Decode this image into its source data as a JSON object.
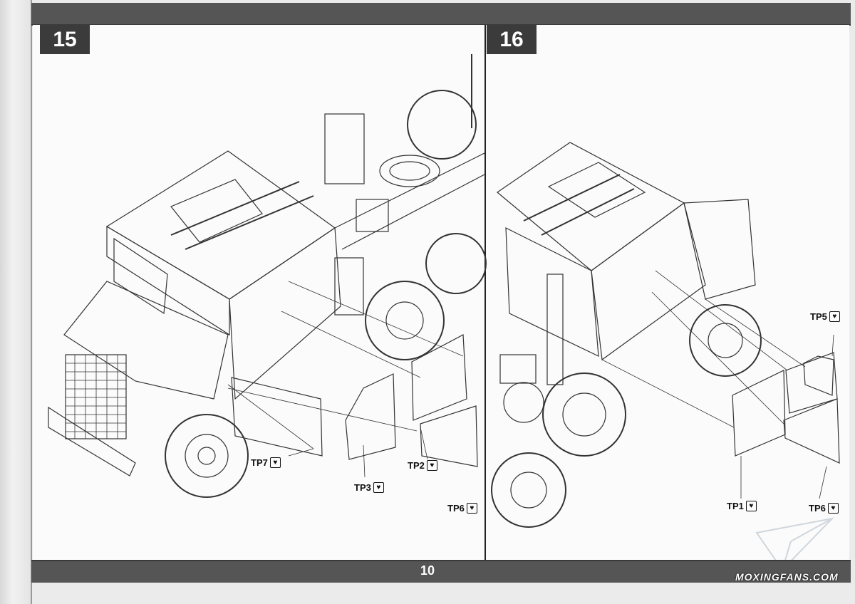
{
  "steps": [
    {
      "number": "15"
    },
    {
      "number": "16"
    }
  ],
  "step15": {
    "labels": {
      "tp7": "TP7",
      "tp3": "TP3",
      "tp2": "TP2",
      "tp6": "TP6"
    }
  },
  "step16": {
    "labels": {
      "tp5": "TP5",
      "tp1": "TP1",
      "tp6": "TP6"
    }
  },
  "page": {
    "number": "10"
  },
  "watermark": {
    "text": "MOXINGFANS.COM"
  },
  "icons": {
    "photo_etch": "photo-etch-part-icon",
    "plane": "paper-plane-logo-icon"
  },
  "colors": {
    "band": "#555555",
    "badge": "#3b3b3b",
    "paper": "#fbfbfb",
    "line": "#333333"
  }
}
